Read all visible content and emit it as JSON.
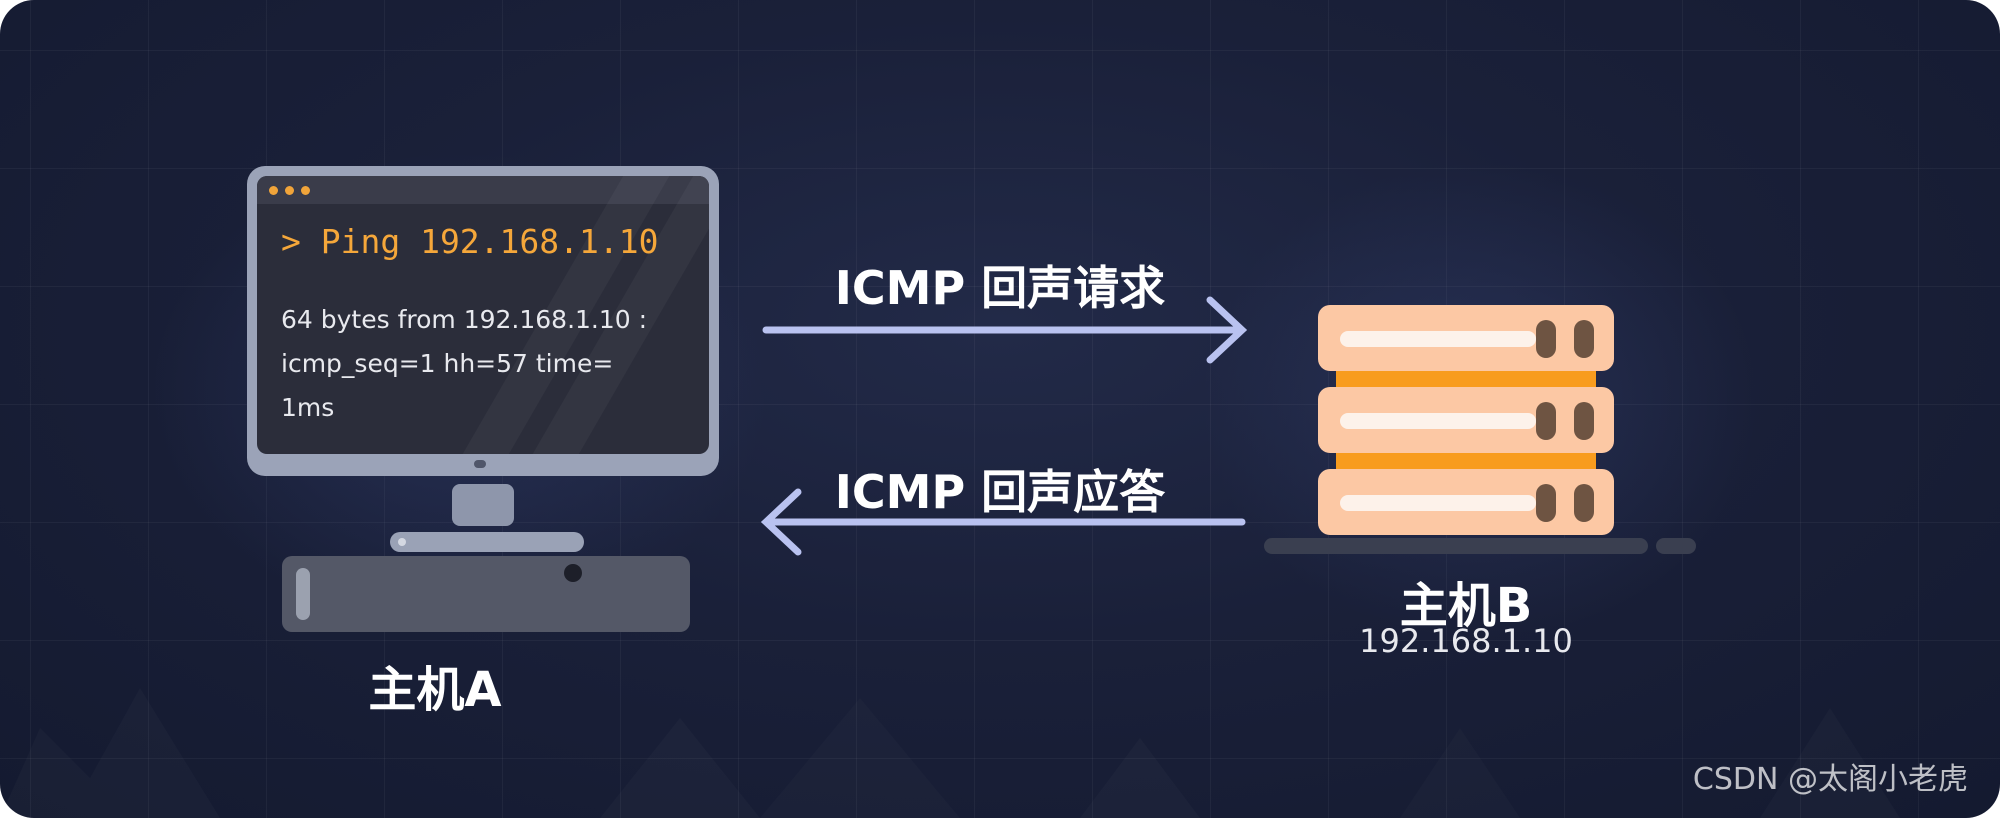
{
  "host_a": {
    "terminal": {
      "command": "> Ping 192.168.1.10",
      "output_line1": "64 bytes from 192.168.1.10 :",
      "output_line2": "icmp_seq=1 hh=57 time=",
      "output_line3": "1ms"
    },
    "label": "主机A"
  },
  "host_b": {
    "label": "主机B",
    "ip": "192.168.1.10"
  },
  "arrows": {
    "request_label": "ICMP 回声请求",
    "reply_label": "ICMP 回声应答"
  },
  "watermark": "CSDN @太阁小老虎",
  "colors": {
    "background": "#1a2039",
    "arrow": "#b9c2f0",
    "command_text": "#f5a73a",
    "server_body": "#fcc8a4",
    "server_connector": "#f89c1e"
  },
  "icons": {
    "client": "desktop-computer-icon",
    "server": "server-rack-icon"
  }
}
